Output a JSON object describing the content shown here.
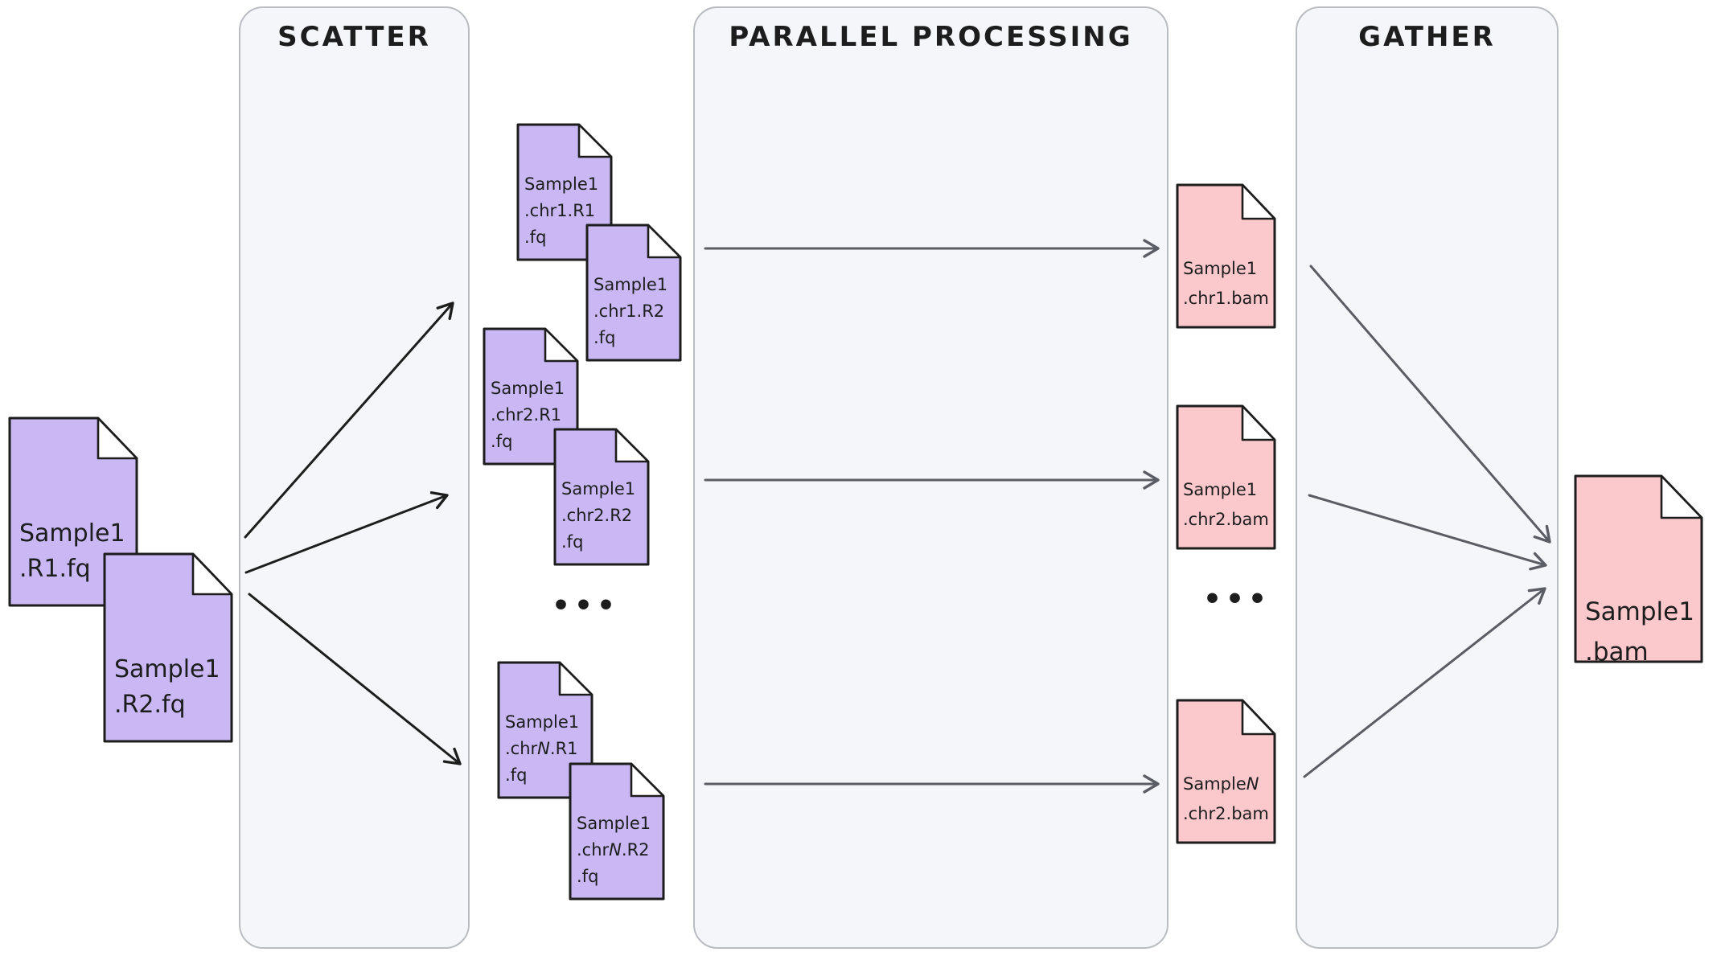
{
  "diagram": {
    "kind": "scatter-gather parallel processing workflow"
  },
  "colors": {
    "page_bg": "#ffffff",
    "ink": "#1d1d1d",
    "purple": "#c9b8f4",
    "pink": "#fbc8cc",
    "fold": "#ffffff",
    "panel_fill": "#f5f6f9",
    "panel_border": "#b9bcc1",
    "arrow_gray": "#5a5d64"
  },
  "panels": {
    "scatter": {
      "title": "SCATTER"
    },
    "parallel": {
      "title": "PARALLEL PROCESSING"
    },
    "gather": {
      "title": "GATHER"
    }
  },
  "files": {
    "input_r1": {
      "lines": [
        "Sample1",
        ".R1.fq"
      ]
    },
    "input_r2": {
      "lines": [
        "Sample1",
        ".R2.fq"
      ]
    },
    "chr1_r1": {
      "lines": [
        "Sample1",
        ".chr1.R1",
        ".fq"
      ]
    },
    "chr1_r2": {
      "lines": [
        "Sample1",
        ".chr1.R2",
        ".fq"
      ]
    },
    "chr2_r1": {
      "lines": [
        "Sample1",
        ".chr2.R1",
        ".fq"
      ]
    },
    "chr2_r2": {
      "lines": [
        "Sample1",
        ".chr2.R2",
        ".fq"
      ]
    },
    "chrN_r1": {
      "lines": [
        "Sample1",
        ".chrN.R1",
        ".fq"
      ]
    },
    "chrN_r2": {
      "lines": [
        "Sample1",
        ".chrN.R2",
        ".fq"
      ]
    },
    "bam_chr1": {
      "lines": [
        "Sample1",
        ".chr1.bam"
      ]
    },
    "bam_chr2": {
      "lines": [
        "Sample1",
        ".chr2.bam"
      ]
    },
    "bam_chrN": {
      "lines": [
        "SampleN",
        ".chr2.bam"
      ]
    },
    "output_bam": {
      "lines": [
        "Sample1",
        ".bam"
      ]
    }
  },
  "ellipsis": {
    "fastq": "•••",
    "bam": "•••"
  }
}
